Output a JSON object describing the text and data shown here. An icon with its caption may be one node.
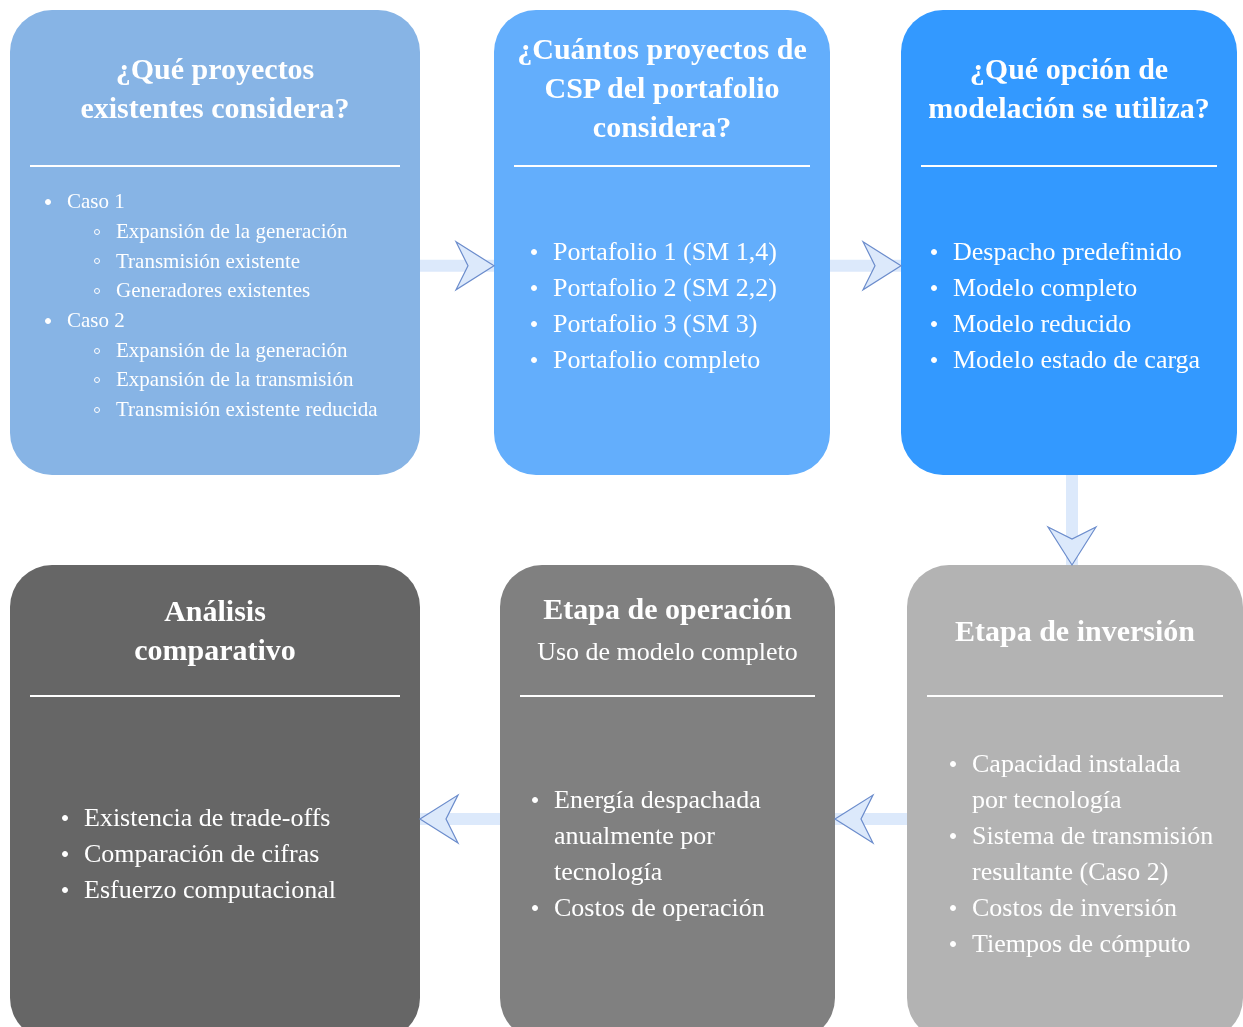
{
  "diagram": {
    "nodes": [
      {
        "text": [
          "¿Qué proyectos existentes considera?",
          "Caso 1",
          "Expansión de la generación",
          "Transmisión existente",
          "Generadores existentes",
          "Caso 2",
          "Expansión de la generación",
          "Expansión de la transmisión",
          "Transmisión existente reducida"
        ]
      },
      {
        "text": [
          "¿Cuántos proyectos de CSP del portafolio considera?",
          "Portafolio 1 (SM 1,4)",
          "Portafolio 2 (SM 2,2)",
          "Portafolio 3 (SM 3)",
          "Portafolio completo"
        ]
      },
      {
        "text": [
          "¿Qué opción de modelación se utiliza?",
          "Despacho predefinido",
          "Modelo completo",
          "Modelo reducido",
          "Modelo estado de carga"
        ]
      },
      {
        "text": [
          "Análisis comparativo",
          "Existencia de trade-offs",
          "Comparación de cifras",
          "Esfuerzo computacional"
        ]
      },
      {
        "text": [
          "Etapa de operación",
          "Uso de modelo completo",
          "Energía despachada anualmente por tecnología",
          "Costos de operación"
        ]
      },
      {
        "text": [
          "Etapa de inversión",
          "Capacidad instalada por tecnología",
          "Sistema de transmisión resultante (Caso 2)",
          "Costos de inversión",
          "Tiempos de cómputo"
        ]
      }
    ],
    "edges": [
      {
        "from": 0,
        "to": 1,
        "arrow": "to"
      },
      {
        "from": 1,
        "to": 2,
        "arrow": "to"
      },
      {
        "from": 2,
        "to": 5,
        "arrow": "to"
      },
      {
        "from": 5,
        "to": 4,
        "arrow": "to"
      },
      {
        "from": 4,
        "to": 3,
        "arrow": "to"
      }
    ]
  }
}
